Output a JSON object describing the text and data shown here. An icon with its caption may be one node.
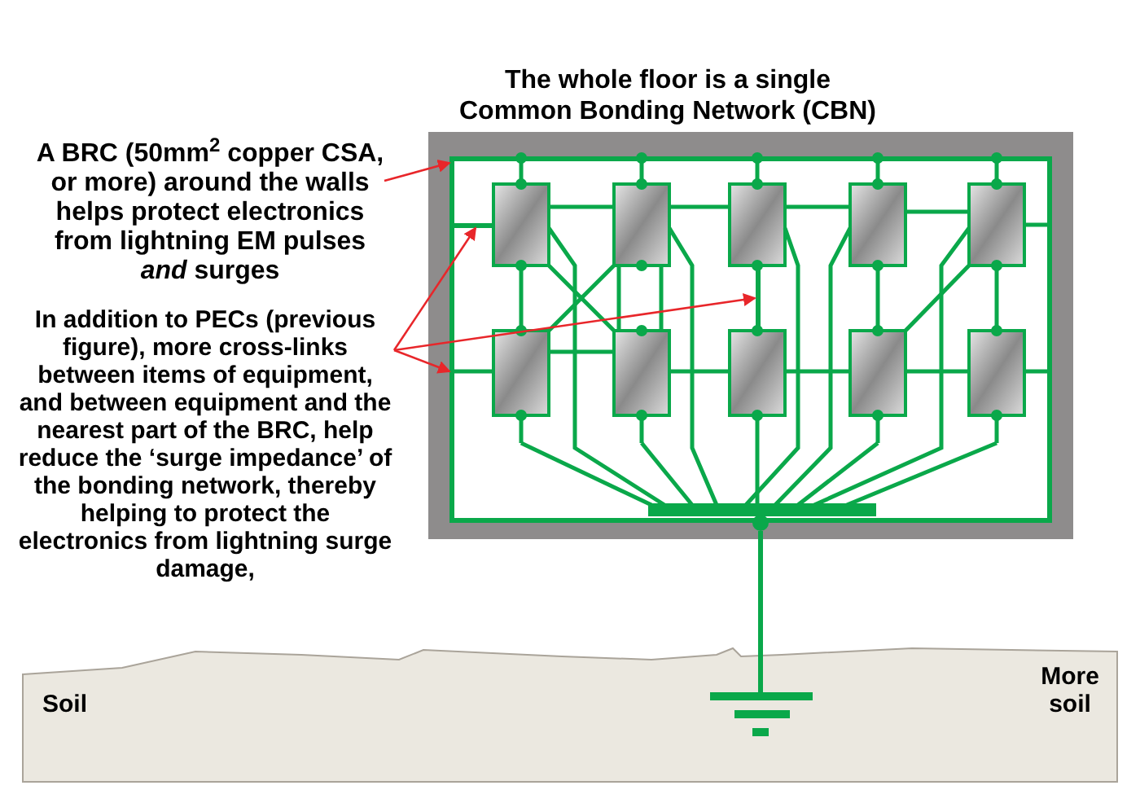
{
  "diagram": {
    "title": "The whole floor is a single Common Bonding Network (CBN)",
    "nodes": [
      {
        "text": [
          "A BRC (50mm$^{2}$ copper CSA, or more) around the walls helps protect electronics from lightning EM pulses *and* surges"
        ]
      },
      {
        "text": [
          "In addition to PECs (previous figure), more cross-links between items of equipment, and between equipment and the nearest part of the BRC, help reduce the ‘surge impedance’ of the bonding network, thereby helping to protect the  electronics from lightning surge damage,"
        ]
      },
      {
        "text": [],
        "shape": "box"
      },
      {
        "text": [],
        "shape": "bar",
        "in": 2
      },
      {
        "text": [],
        "shape": "bar",
        "in": 2
      }
    ],
    "edges": [
      {
        "from": 0,
        "to": 2,
        "arrow": "to",
        "color": "#e8262a"
      },
      {
        "from": 1,
        "to": 3,
        "arrow": "to",
        "color": "#e8262a"
      },
      {
        "from": 1,
        "to": 4,
        "arrow": "to",
        "color": "#e8262a"
      },
      {
        "from": 1,
        "to": 2,
        "arrow": "to",
        "color": "#e8262a"
      }
    ],
    "labels": [
      "Soil",
      "More soil"
    ]
  }
}
